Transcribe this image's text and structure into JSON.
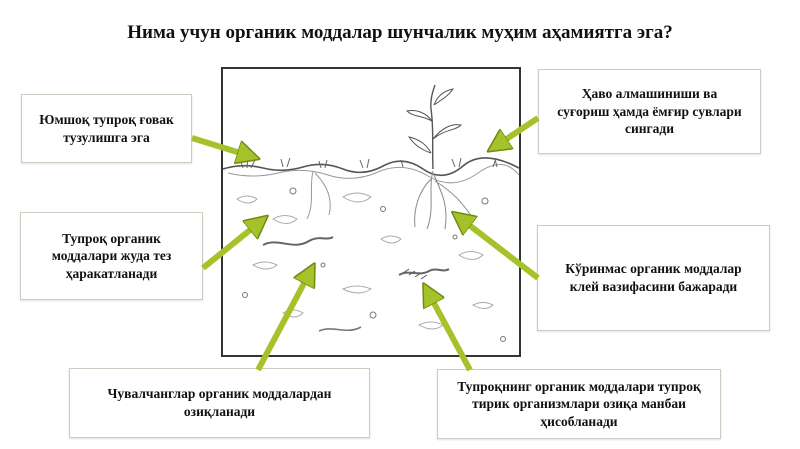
{
  "title": "Нима учун органик моддалар шунчалик муҳим аҳамиятга эга?",
  "boxes": {
    "top_left": [
      "Юмшоқ тупроқ ғовак",
      "тузулишга эга"
    ],
    "mid_left": [
      "Тупроқ органик",
      "моддалари жуда тез",
      "ҳаракатланади"
    ],
    "bottom_left": [
      "Чувалчанглар органик моддалардан",
      "озиқланади"
    ],
    "top_right": [
      "Ҳаво алмашиниши ва",
      "суғориш ҳамда ёмғир сувлари",
      "сингади"
    ],
    "mid_right": [
      "Кўринмас органик моддалар",
      "клей вазифасини бажаради"
    ],
    "bottom_right": [
      "Тупроқнинг органик моддалари тупроқ",
      "тирик организмлари озиқа манбаи",
      "ҳисобланади"
    ]
  },
  "colors": {
    "arrow": "#a6c22a",
    "arrow_outline": "#6f8a10",
    "frame": "#333333",
    "box_border": "#c9cfc0"
  }
}
